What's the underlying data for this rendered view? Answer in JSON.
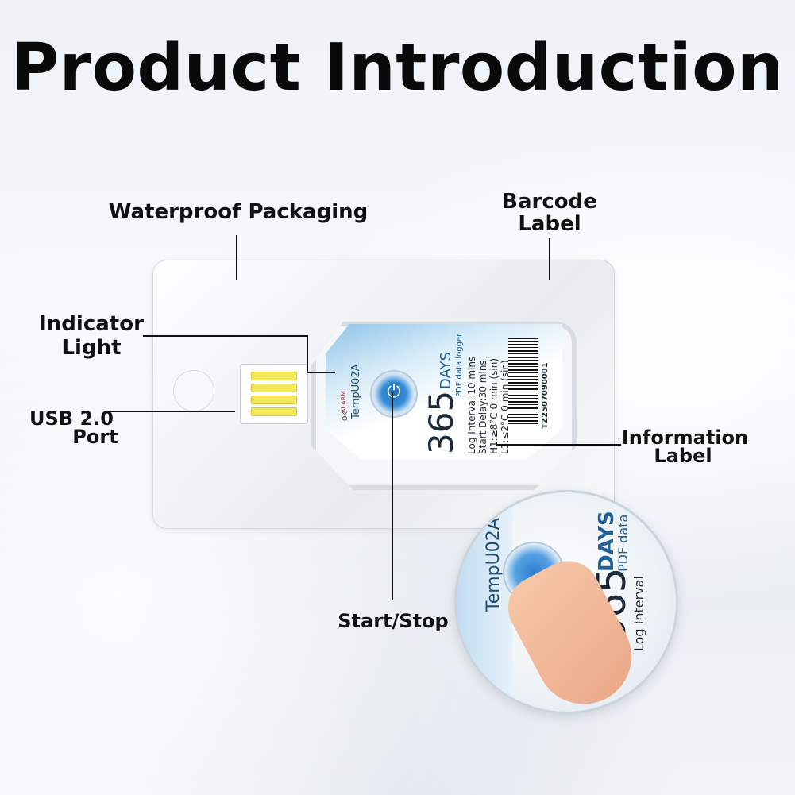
{
  "title": "Product Introduction",
  "labels": {
    "waterproof": "Waterproof Packaging",
    "barcode_l1": "Barcode",
    "barcode_l2": "Label",
    "indicator_l1": "Indicator",
    "indicator_l2": "Light",
    "usb_l1": "USB 2.0",
    "usb_l2": "Port",
    "info_l1": "Information",
    "info_l2": "Label",
    "startstop": "Start/Stop"
  },
  "device": {
    "model": "TempU02A",
    "alarm": "ALARM",
    "ok": "OK",
    "days_number": "365",
    "days_word": "DAYS",
    "pdf": "PDF data logger",
    "log_interval": "Log Interval:10 mins",
    "start_delay": "Start Delay:30 mins",
    "h1": "H1:≥8°C   0 min (sin)",
    "l1": "L1:≤2°C   0 min (sin)",
    "serial": "TZ2507090001"
  },
  "zoom": {
    "model_partial": "TempU02A",
    "days_partial": "DAYS",
    "pdf_partial": "PDF data",
    "num_partial": "365",
    "log_partial": "Log Interval"
  },
  "colors": {
    "accent": "#3a8fd8",
    "usb_pins": "#f2e85a"
  },
  "icons": {
    "power": "power-icon"
  }
}
